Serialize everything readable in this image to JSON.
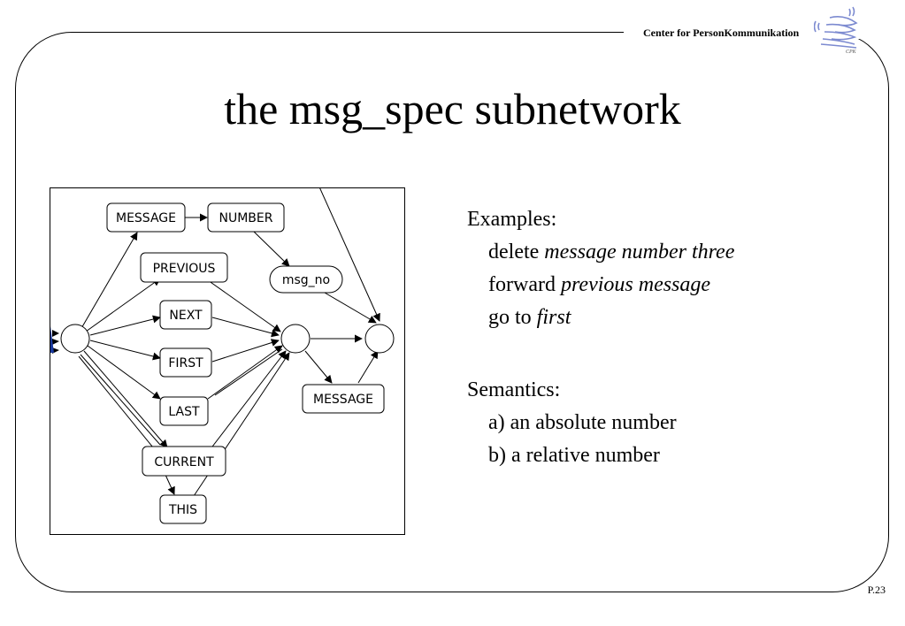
{
  "header": {
    "org_name": "Center for PersonKommunikation",
    "logo_label": "CPK"
  },
  "title": "the msg_spec subnetwork",
  "diagram": {
    "nodes": {
      "message_top": "MESSAGE",
      "number": "NUMBER",
      "previous": "PREVIOUS",
      "msg_no": "msg_no",
      "next": "NEXT",
      "first": "FIRST",
      "last": "LAST",
      "message_right": "MESSAGE",
      "current": "CURRENT",
      "this": "THIS"
    }
  },
  "examples": {
    "heading": "Examples:",
    "lines": [
      {
        "plain": "delete ",
        "italic": "message number three"
      },
      {
        "plain": "forward ",
        "italic": "previous message"
      },
      {
        "plain": "go to ",
        "italic": "first"
      }
    ]
  },
  "semantics": {
    "heading": "Semantics:",
    "lines": [
      "a) an absolute number",
      "b) a relative number"
    ]
  },
  "footer": {
    "page": "P.23"
  }
}
